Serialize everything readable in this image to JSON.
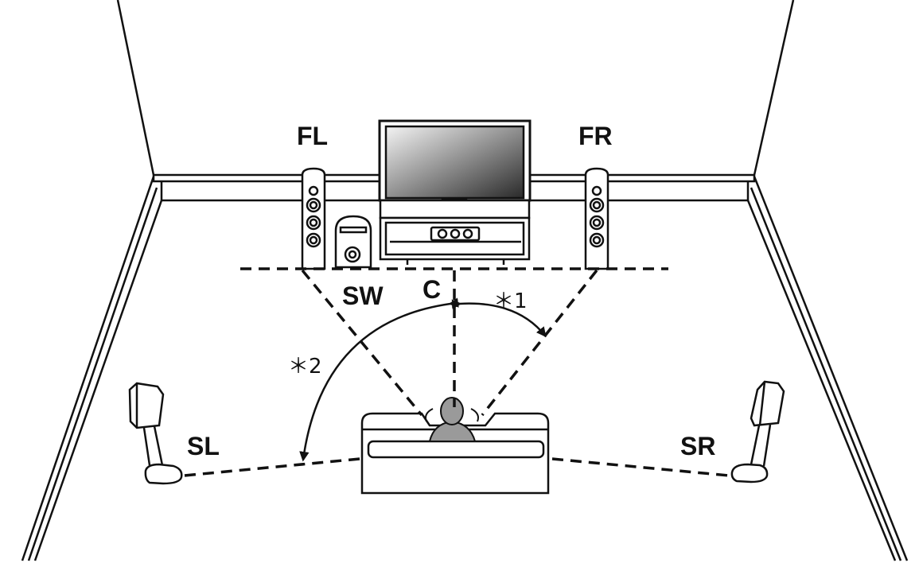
{
  "speakers": {
    "fl": "FL",
    "fr": "FR",
    "c": "C",
    "sw": "SW",
    "sl": "SL",
    "sr": "SR"
  },
  "notes": {
    "n1": "＊1",
    "n2": "＊2"
  },
  "colors": {
    "line": "#111111",
    "background": "#ffffff"
  }
}
